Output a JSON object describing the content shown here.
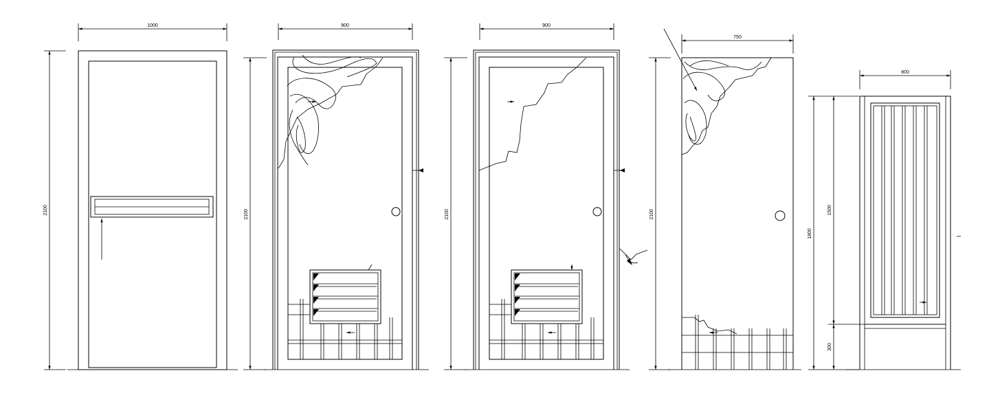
{
  "doors": [
    {
      "name": "door-1",
      "width_label": "1000",
      "height_label": "2100"
    },
    {
      "name": "door-2",
      "width_label": "900",
      "height_label": "2100"
    },
    {
      "name": "door-3",
      "width_label": "900",
      "height_label": "2100"
    },
    {
      "name": "door-4",
      "width_label": "750",
      "height_label": "2100"
    },
    {
      "name": "door-5",
      "width_label": "800",
      "height_label": "1800",
      "panel_height_label": "1500",
      "base_height_label": "300"
    }
  ],
  "colors": {
    "line": "#000000",
    "background": "#ffffff"
  }
}
